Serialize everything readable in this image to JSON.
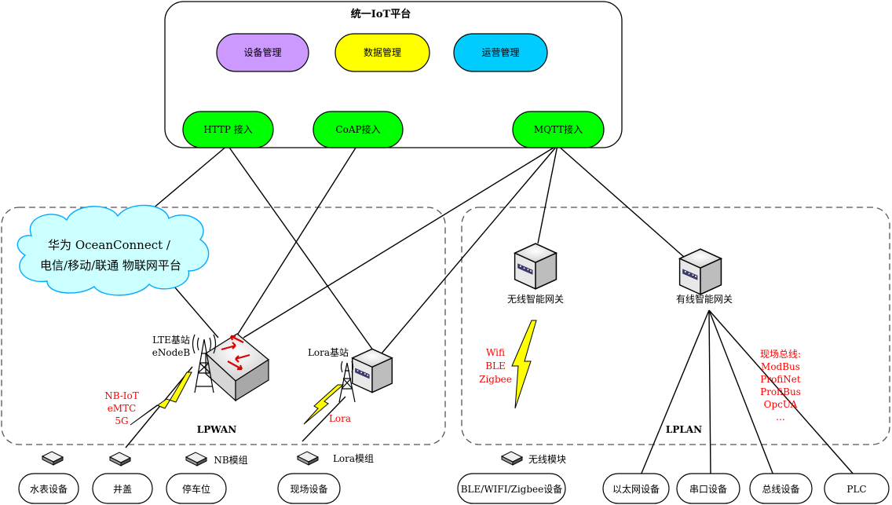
{
  "platform": {
    "title": "统一IoT平台",
    "modules": [
      {
        "label": "设备管理",
        "color": "#CC99FF"
      },
      {
        "label": "数据管理",
        "color": "#FFFF00"
      },
      {
        "label": "运营管理",
        "color": "#00CCFF"
      }
    ],
    "access": [
      {
        "label": "HTTP 接入",
        "color": "#00FF00"
      },
      {
        "label": "CoAP接入",
        "color": "#00FF00"
      },
      {
        "label": "MQTT接入",
        "color": "#00FF00"
      }
    ]
  },
  "cloud": {
    "line1": "华为 OceanConnect /",
    "line2": "电信/移动/联通 物联网平台",
    "color": "#CCFFFF"
  },
  "lpwan": {
    "label": "LPWAN",
    "lte_station": {
      "line1": "LTE基站",
      "line2": "eNodeB"
    },
    "lora_station": "Lora基站",
    "nb_tech": [
      "NB-IoT",
      "eMTC",
      "5G"
    ],
    "lora_tech": "Lora",
    "nb_module": "NB模组",
    "lora_module": "Lora模组",
    "devices": [
      "水表设备",
      "井盖",
      "停车位",
      "现场设备"
    ]
  },
  "lplan": {
    "label": "LPLAN",
    "wireless_gateway": "无线智能网关",
    "wired_gateway": "有线智能网关",
    "wireless_tech": [
      "Wifi",
      "BLE",
      "Zigbee"
    ],
    "fieldbus": [
      "现场总线:",
      "ModBus",
      "ProfiNet",
      "ProfiBus",
      "OpcUA",
      "..."
    ],
    "wireless_module": "无线模块",
    "devices": [
      "BLE/WIFI/Zigbee设备",
      "以太网设备",
      "串口设备",
      "总线设备",
      "PLC"
    ]
  },
  "colors": {
    "tech_text": "#FF0000",
    "lightning": "#FFFF00",
    "line": "#000000"
  }
}
